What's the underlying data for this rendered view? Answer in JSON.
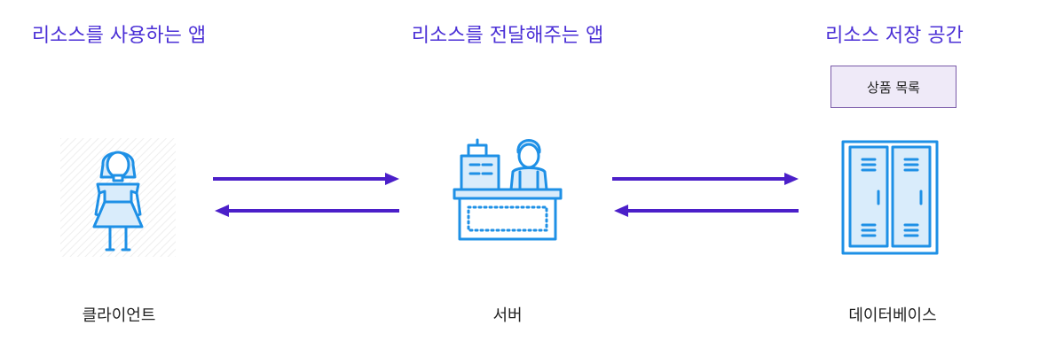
{
  "headings": {
    "client_app": "리소스를 사용하는 앱",
    "server_app": "리소스를 전달해주는 앱",
    "storage": "리소스 저장 공간"
  },
  "product_box": {
    "label": "상품 목록"
  },
  "captions": {
    "client": "클라이언트",
    "server": "서버",
    "database": "데이터베이스"
  },
  "icons": {
    "client": "woman-icon",
    "server": "cashier-icon",
    "database": "locker-icon"
  },
  "colors": {
    "heading": "#4b30d6",
    "arrow": "#4b1fc9",
    "icon": "#1e90e6",
    "icon_light": "#b9ddf8"
  }
}
